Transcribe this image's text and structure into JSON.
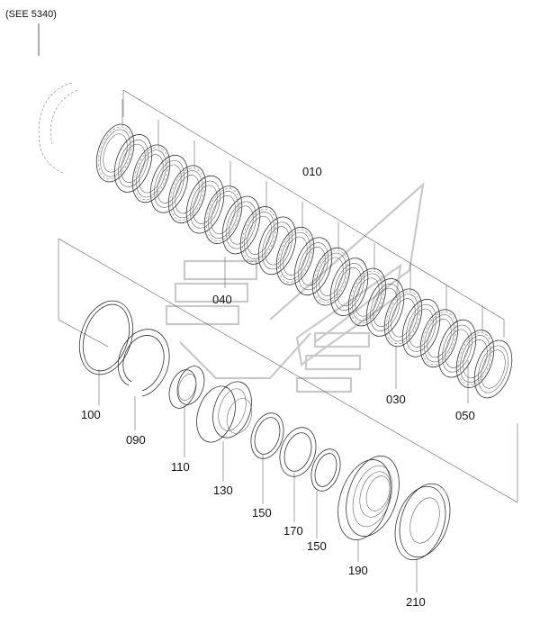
{
  "reference_note": "(SEE 5340)",
  "callouts": {
    "c010": "010",
    "c040": "040",
    "c030": "030",
    "c050": "050",
    "c100": "100",
    "c090": "090",
    "c110": "110",
    "c130": "130",
    "c150a": "150",
    "c170": "170",
    "c150b": "150",
    "c190": "190",
    "c210": "210"
  }
}
